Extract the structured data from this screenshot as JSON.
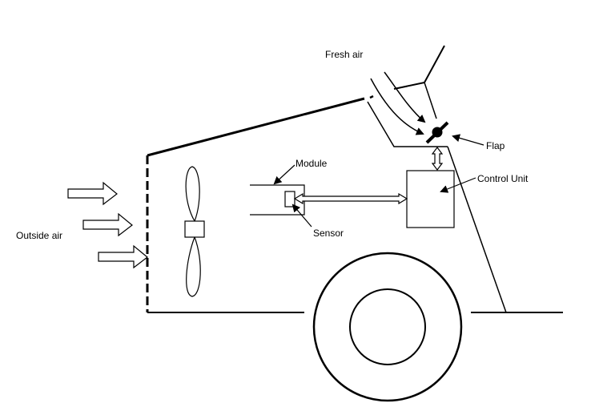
{
  "labels": {
    "fresh_air": "Fresh air",
    "flap": "Flap",
    "module": "Module",
    "control_unit": "Control Unit",
    "outside_air": "Outside air",
    "sensor": "Sensor"
  },
  "colors": {
    "stroke": "#000000",
    "background": "#ffffff"
  }
}
